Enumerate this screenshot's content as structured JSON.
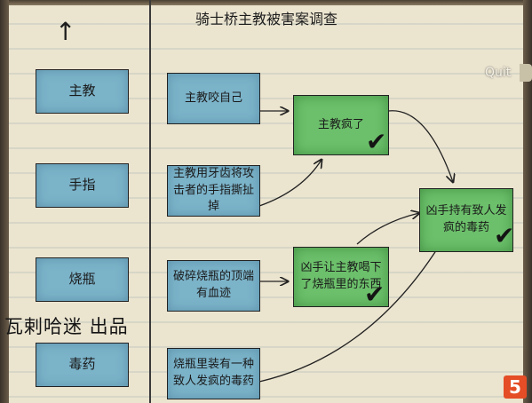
{
  "title": "骑士桥主教被害案调查",
  "quit_label": "Quit",
  "up_arrow": "↑",
  "categories": [
    {
      "label": "主教"
    },
    {
      "label": "手指"
    },
    {
      "label": "烧瓶"
    },
    {
      "label": "毒药"
    }
  ],
  "clues": [
    {
      "label": "主教咬自己"
    },
    {
      "label": "主教用牙齿将攻击者的手指撕扯掉"
    },
    {
      "label": "破碎烧瓶的顶端有血迹"
    },
    {
      "label": "烧瓶里装有一种致人发疯的毒药"
    }
  ],
  "deductions": [
    {
      "label": "主教疯了",
      "solved": true
    },
    {
      "label": "凶手让主教喝下了烧瓶里的东西",
      "solved": true
    },
    {
      "label": "凶手持有致人发疯的毒药",
      "solved": true
    }
  ],
  "check_glyph": "✔",
  "watermark": "瓦剌哈迷 出品",
  "logo_glyph": "5",
  "colors": {
    "category_fill": "#7bb3c9",
    "deduction_fill": "#6cc06b",
    "paper": "#ebe4cf"
  }
}
